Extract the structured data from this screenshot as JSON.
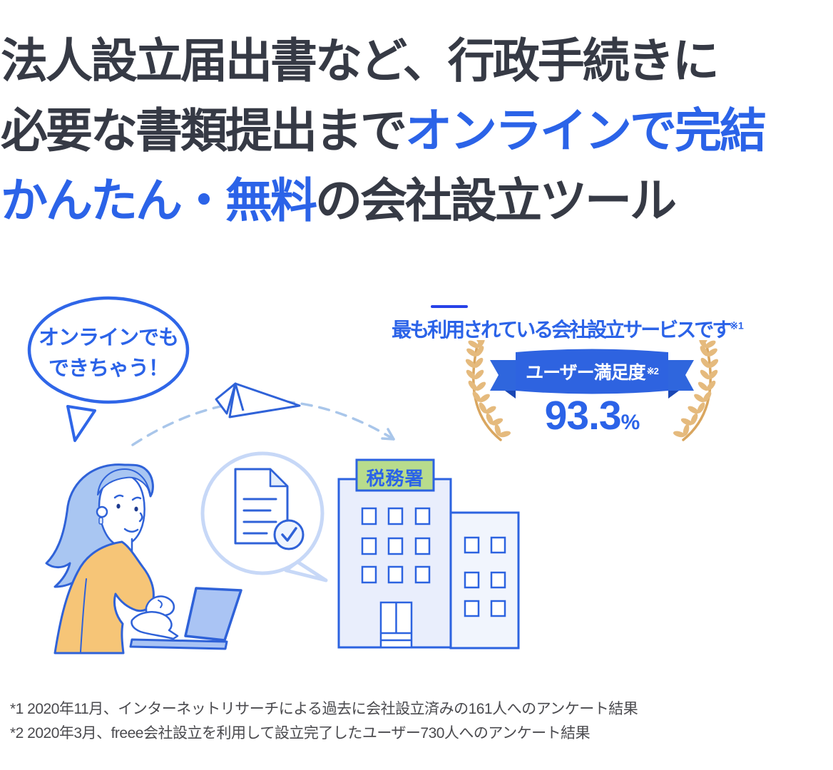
{
  "headline": {
    "line1": "法人設立届出書など、行政手続きに",
    "line2_dark": "必要な書類提出まで",
    "line2_blue": "オンラインで完結",
    "line3_blue": "かんたん・無料",
    "line3_dark": "の会社設立ツール"
  },
  "speech_bubble": {
    "line1": "オンラインでも",
    "line2": "できちゃう！"
  },
  "badge": {
    "title": "最も利用されている会社設立サービスです",
    "title_note": "※1",
    "ribbon_label": "ユーザー満足度",
    "ribbon_note": "※2",
    "value": "93.3",
    "unit": "%"
  },
  "illustration": {
    "building_sign": "税務署",
    "icons": [
      "speech-bubble-icon",
      "paper-plane-icon",
      "dashed-arc-arrow-icon",
      "document-check-icon",
      "woman-typing-laptop-icon",
      "tax-office-building-icon",
      "laurel-wreath-icon"
    ]
  },
  "footnotes": [
    "*1 2020年11月、インターネットリサーチによる過去に会社設立済みの161人へのアンケート結果",
    "*2 2020年3月、freee会社設立を利用して設立完了したユーザー730人へのアンケート結果"
  ],
  "colors": {
    "accent_blue": "#2b63e8",
    "headline_dark": "#363a45",
    "outline_blue": "#2f62d8",
    "light_blue_fill": "#a9c6f2",
    "building_fill": "#e9eefc",
    "sign_green": "#b8dc8c",
    "laurel_gold": "#e5ba7d",
    "ribbon_blue": "#2e63e0",
    "ribbon_fold_blue": "#1b47b4",
    "sweater_orange": "#f6c577",
    "footnote_gray": "#4a4a4e"
  }
}
